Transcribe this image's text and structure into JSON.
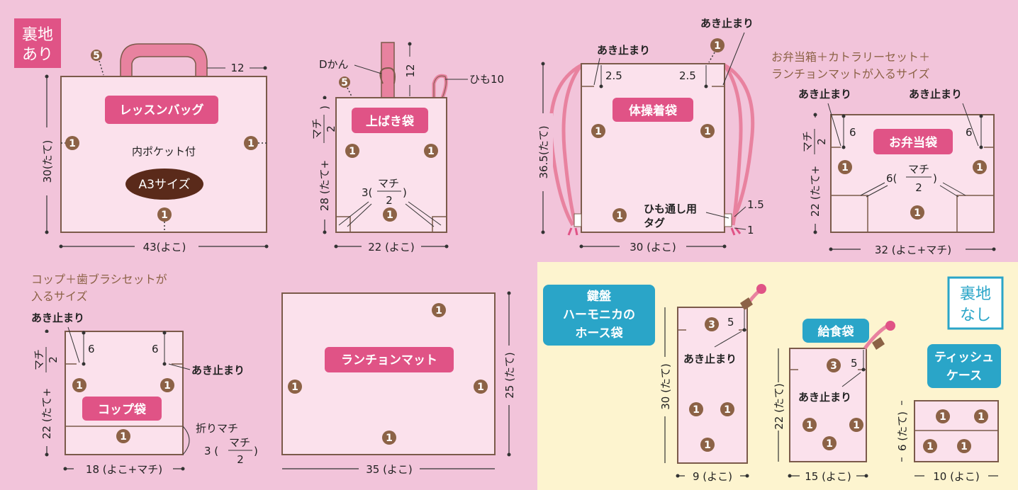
{
  "colors": {
    "pink_bg": "#f2c4da",
    "yellow_bg": "#fdf4cf",
    "label_pink": "#e05386",
    "label_blue": "#2aa5c8",
    "circle_brown": "#8c6246",
    "bag_fill": "#fbe1ec",
    "outline": "#7b5a4a"
  },
  "badges": {
    "lined": [
      "裏地",
      "あり"
    ],
    "unlined": [
      "裏地",
      "なし"
    ]
  },
  "stitch_numbers": {
    "one": "1",
    "three": "3",
    "five": "5"
  },
  "common": {
    "akidomari": "あき止まり"
  },
  "lesson_bag": {
    "title": "レッスンバッグ",
    "pocket": "内ポケット付",
    "size": "A3サイズ",
    "handle": "12",
    "height": "30(たて)",
    "width": "43(よこ)"
  },
  "uwabaki": {
    "title": "上ばき袋",
    "dkan": "Dかん",
    "tab": "12",
    "himo": "ひも10",
    "height": "28 (たて+",
    "width": "22 (よこ)",
    "machi": {
      "pre": "3(",
      "num": "マチ",
      "den": "2",
      "post": ")"
    }
  },
  "taiso": {
    "title": "体操着袋",
    "m1": "2.5",
    "m2": "2.5",
    "height": "36.5(たて)",
    "width": "30 (よこ)",
    "tag": [
      "ひも通し用",
      "タグ"
    ],
    "t1": "1.5",
    "t2": "1"
  },
  "obento": {
    "note": [
      "お弁当箱＋カトラリーセット＋",
      "ランチョンマットが入るサイズ"
    ],
    "title": "お弁当袋",
    "m1": "6",
    "m2": "6",
    "height": "22 (たて+",
    "width": "32 (よこ+マチ)",
    "machi": {
      "pre": "6(",
      "num": "マチ",
      "den": "2",
      "post": ")"
    }
  },
  "cup": {
    "note": [
      "コップ＋歯ブラシセットが",
      "入るサイズ"
    ],
    "title": "コップ袋",
    "m1": "6",
    "m2": "6",
    "height": "22 (たて+",
    "width": "18 (よこ+マチ)",
    "fold": "折りマチ",
    "machi": {
      "pre": "3 (",
      "num": "マチ",
      "den": "2",
      "post": ")"
    }
  },
  "luncheon": {
    "title": "ランチョンマット",
    "height": "25 (たて)",
    "width": "35 (よこ)"
  },
  "hose": {
    "title": [
      "鍵盤",
      "ハーモニカの",
      "ホース袋"
    ],
    "m": "5",
    "height": "30 (たて)",
    "width": "9 (よこ)"
  },
  "kyushoku": {
    "title": "給食袋",
    "m": "5",
    "height": "22 (たて)",
    "width": "15 (よこ)"
  },
  "tissue": {
    "title": [
      "ティッシュ",
      "ケース"
    ],
    "height": "6 (たて)",
    "width": "10 (よこ)"
  },
  "frac_parts": {
    "num": "マチ",
    "den": "2",
    "close": ")"
  }
}
